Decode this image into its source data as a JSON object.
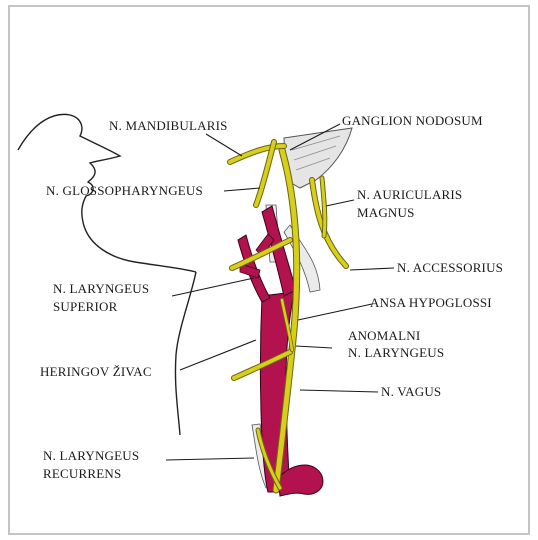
{
  "labels": {
    "mandibularis": "N. MANDIBULARIS",
    "ganglion_nodosum": "GANGLION NODOSUM",
    "glossopharyngeus": "N. GLOSSOPHARYNGEUS",
    "auricularis_line1": "N. AURICULARIS",
    "auricularis_line2": "MAGNUS",
    "accessorius": "N. ACCESSORIUS",
    "laryngeus_superior_line1": "N. LARYNGEUS",
    "laryngeus_superior_line2": "SUPERIOR",
    "ansa_hypoglossi": "ANSA HYPOGLOSSI",
    "anomalni_line1": "ANOMALNI",
    "anomalni_line2": "N. LARYNGEUS",
    "heringov": "HERINGOV ŽIVAC",
    "vagus": "N. VAGUS",
    "recurrens_line1": "N. LARYNGEUS",
    "recurrens_line2": "RECURRENS"
  },
  "colors": {
    "artery": "#b2124e",
    "nerve": "#d8cf1c",
    "nerve_outline": "#6b6410",
    "outline": "#222222",
    "frame": "#bfbfbf"
  }
}
